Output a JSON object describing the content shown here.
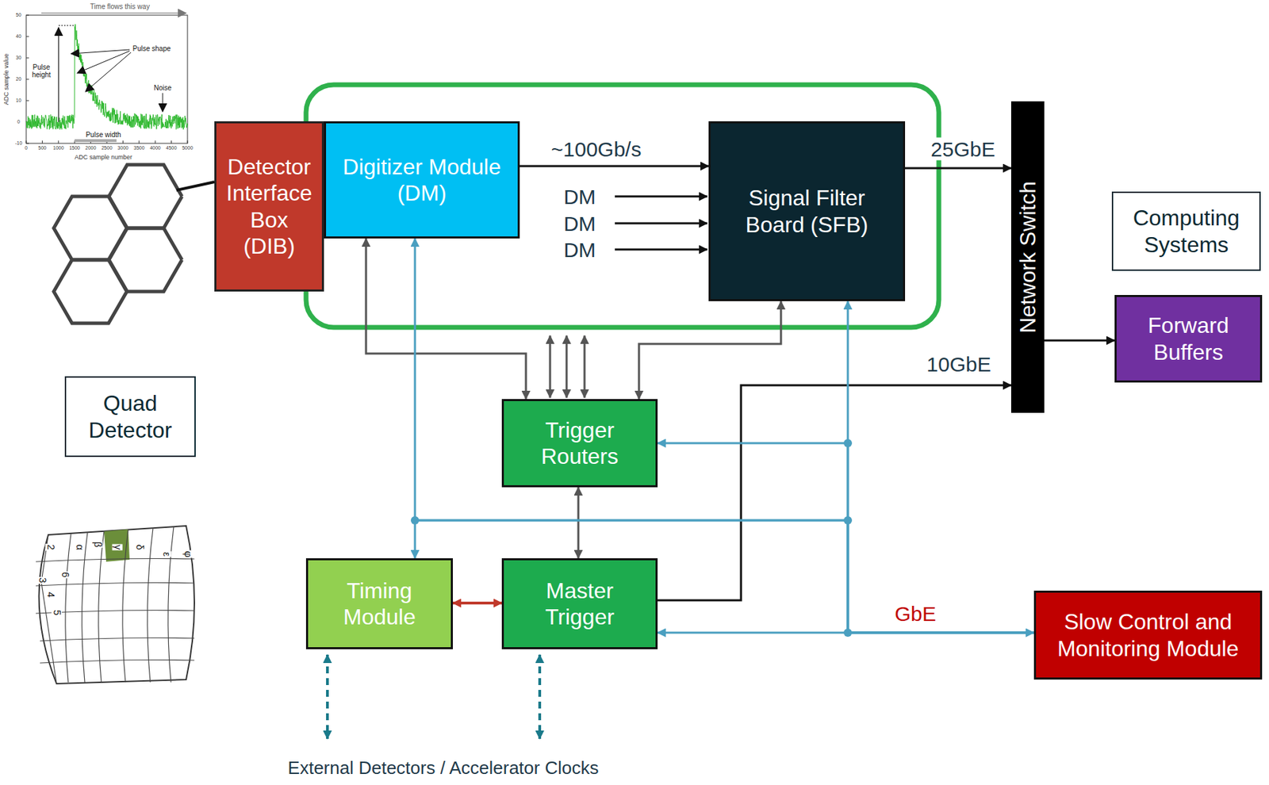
{
  "diagram": {
    "nodes": [
      {
        "text": [
          "Detector Interface Box (DIB)"
        ]
      },
      {
        "text": [
          "Digitizer Module (DM)"
        ]
      },
      {
        "text": [
          "Signal Filter Board (SFB)"
        ]
      },
      {
        "text": [
          "Network Switch"
        ]
      },
      {
        "text": [
          "Computing Systems"
        ]
      },
      {
        "text": [
          "Forward Buffers"
        ]
      },
      {
        "text": [
          "Quad Detector"
        ]
      },
      {
        "text": [
          "Trigger Routers"
        ]
      },
      {
        "text": [
          "Timing Module"
        ]
      },
      {
        "text": [
          "Master Trigger"
        ]
      },
      {
        "text": [
          "Slow Control and Monitoring Module"
        ]
      }
    ],
    "edges": [
      {
        "from": 1,
        "to": 2,
        "arrow": "to",
        "label": "~100Gb/s"
      },
      {
        "from": 2,
        "to": 3,
        "arrow": "to",
        "label": "25GbE"
      },
      {
        "from": 3,
        "to": 5,
        "arrow": "to"
      },
      {
        "from": 9,
        "to": 3,
        "arrow": "to",
        "label": "10GbE"
      },
      {
        "from": 7,
        "to": 1,
        "arrow": "both"
      },
      {
        "from": 7,
        "to": 2,
        "arrow": "both"
      },
      {
        "from": 8,
        "to": 9,
        "arrow": "both"
      },
      {
        "from": 7,
        "to": 9,
        "arrow": "both"
      },
      {
        "from": 9,
        "to": 10,
        "arrow": "both",
        "label": "GbE"
      },
      {
        "from": 10,
        "to": 2,
        "arrow": "to"
      },
      {
        "from": 10,
        "to": 7,
        "arrow": "to"
      },
      {
        "from": 10,
        "to": 1,
        "arrow": "to"
      },
      {
        "from": 10,
        "to": 8,
        "arrow": "to"
      }
    ],
    "labels": [
      "Time flows this way",
      "Pulse shape",
      "Pulse height",
      "Noise",
      "Pulse width",
      "ADC sample value",
      "ADC sample number",
      "50",
      "40",
      "30",
      "20",
      "10",
      "0",
      "-10",
      "0",
      "500",
      "1000",
      "1500",
      "2000",
      "2500",
      "3000",
      "3500",
      "4000",
      "4500",
      "5000",
      "DM",
      "DM",
      "DM",
      "2",
      "α",
      "β",
      "γ",
      "δ",
      "ε",
      "φ",
      "6",
      "3",
      "4",
      "5",
      "External Detectors / Accelerator Clocks"
    ]
  }
}
